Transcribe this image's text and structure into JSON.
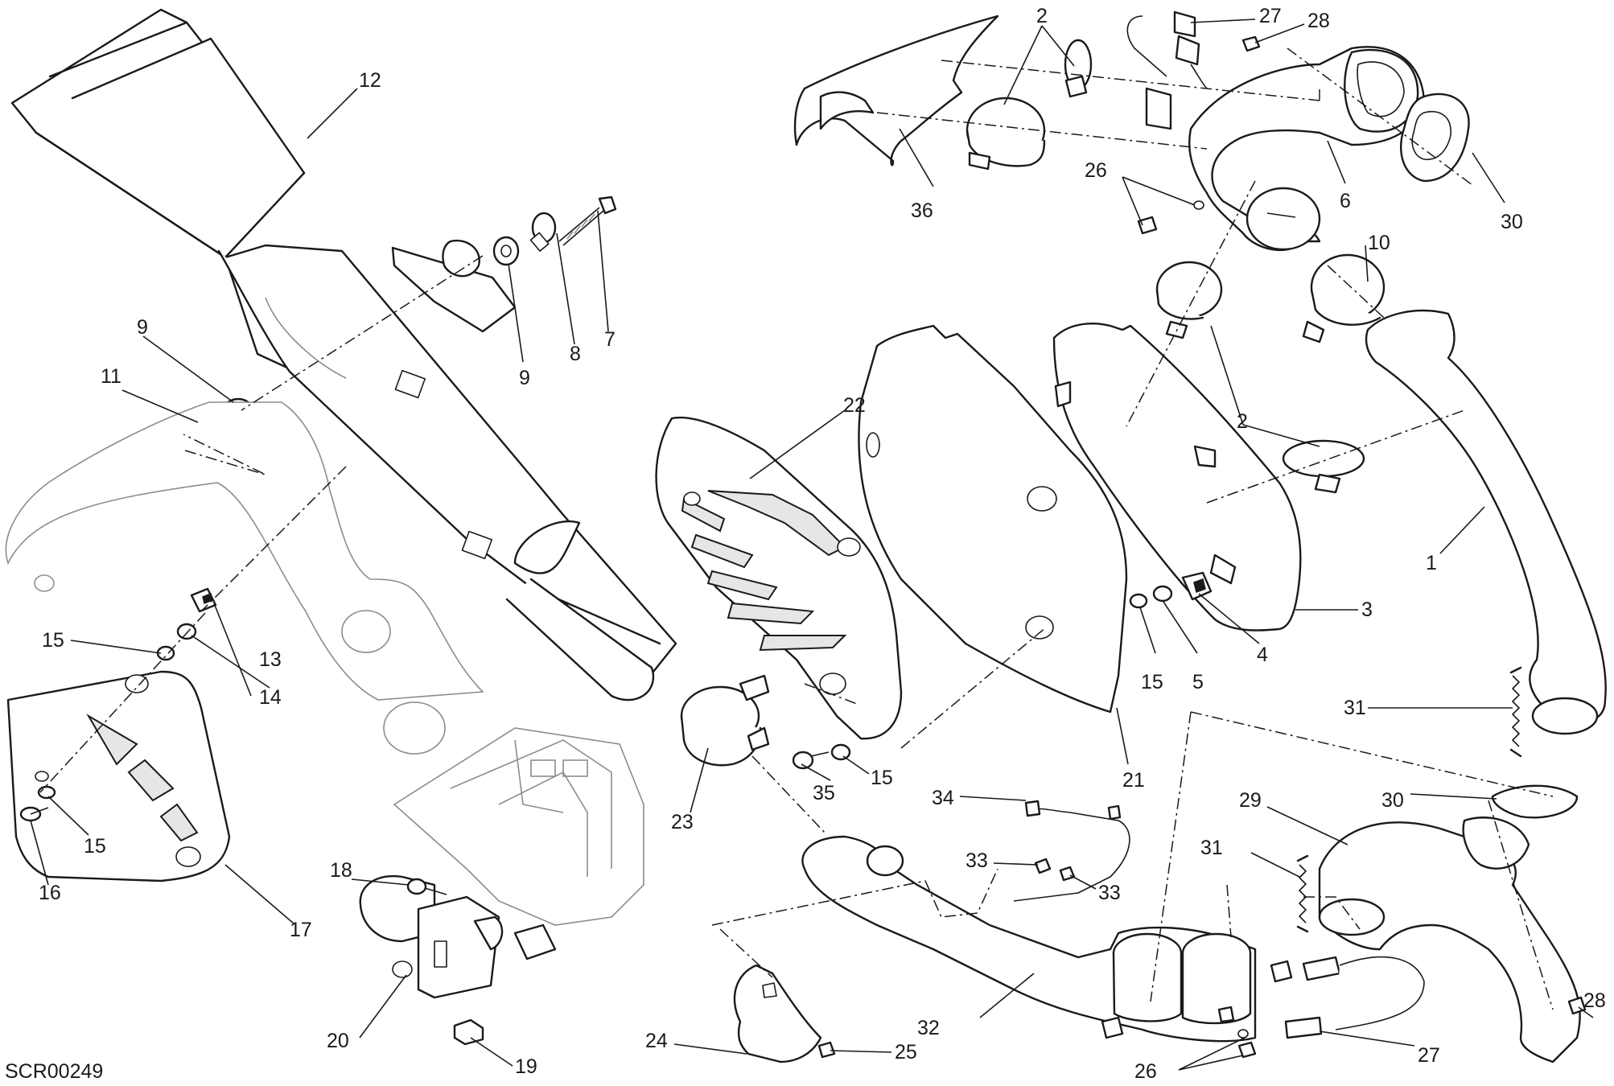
{
  "diagram_code": "SCR00249",
  "callouts": [
    {
      "id": "c12a",
      "label": "12"
    },
    {
      "id": "c7",
      "label": "7"
    },
    {
      "id": "c8",
      "label": "8"
    },
    {
      "id": "c9a",
      "label": "9"
    },
    {
      "id": "c9b",
      "label": "9"
    },
    {
      "id": "c11",
      "label": "11"
    },
    {
      "id": "c13",
      "label": "13"
    },
    {
      "id": "c14",
      "label": "14"
    },
    {
      "id": "c15a",
      "label": "15"
    },
    {
      "id": "c15b",
      "label": "15"
    },
    {
      "id": "c16",
      "label": "16"
    },
    {
      "id": "c17",
      "label": "17"
    },
    {
      "id": "c18",
      "label": "18"
    },
    {
      "id": "c19",
      "label": "19"
    },
    {
      "id": "c20",
      "label": "20"
    },
    {
      "id": "c22",
      "label": "22"
    },
    {
      "id": "c23",
      "label": "23"
    },
    {
      "id": "c24",
      "label": "24"
    },
    {
      "id": "c25",
      "label": "25"
    },
    {
      "id": "c35",
      "label": "35"
    },
    {
      "id": "c15c",
      "label": "15"
    },
    {
      "id": "c21",
      "label": "21"
    },
    {
      "id": "c15d",
      "label": "15"
    },
    {
      "id": "c5",
      "label": "5"
    },
    {
      "id": "c4",
      "label": "4"
    },
    {
      "id": "c3",
      "label": "3"
    },
    {
      "id": "c2a",
      "label": "2"
    },
    {
      "id": "c2b",
      "label": "2"
    },
    {
      "id": "c36",
      "label": "36"
    },
    {
      "id": "c27a",
      "label": "27"
    },
    {
      "id": "c28a",
      "label": "28"
    },
    {
      "id": "c26a",
      "label": "26"
    },
    {
      "id": "c6",
      "label": "6"
    },
    {
      "id": "c30a",
      "label": "30"
    },
    {
      "id": "c10",
      "label": "10"
    },
    {
      "id": "c1",
      "label": "1"
    },
    {
      "id": "c31a",
      "label": "31"
    },
    {
      "id": "c34",
      "label": "34"
    },
    {
      "id": "c33a",
      "label": "33"
    },
    {
      "id": "c33b",
      "label": "33"
    },
    {
      "id": "c32",
      "label": "32"
    },
    {
      "id": "c29",
      "label": "29"
    },
    {
      "id": "c30b",
      "label": "30"
    },
    {
      "id": "c31b",
      "label": "31"
    },
    {
      "id": "c28b",
      "label": "28"
    },
    {
      "id": "c27b",
      "label": "27"
    },
    {
      "id": "c26b",
      "label": "26"
    }
  ]
}
